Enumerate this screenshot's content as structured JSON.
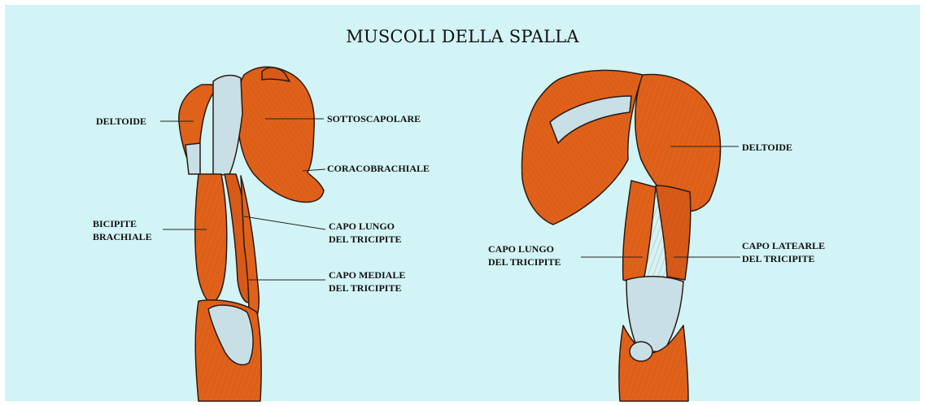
{
  "title": "MUSCOLI DELLA SPALLA",
  "colors": {
    "background": "#d3f4f6",
    "muscle": "#e0621a",
    "muscle_dark": "#b8420e",
    "tendon": "#c9dfe6",
    "outline": "#2a1a12"
  },
  "left_figure": {
    "labels": {
      "deltoide": [
        "DELTOIDE"
      ],
      "sottoscapolare": [
        "SOTTOSCAPOLARE"
      ],
      "coracobrachiale": [
        "CORACOBRACHIALE"
      ],
      "bicipite_brachiale": [
        "BICIPITE",
        "BRACHIALE"
      ],
      "capo_lungo_tricipite": [
        "CAPO LUNGO",
        "DEL TRICIPITE"
      ],
      "capo_mediale_tricipite": [
        "CAPO MEDIALE",
        "DEL TRICIPITE"
      ]
    }
  },
  "right_figure": {
    "labels": {
      "deltoide": [
        "DELTOIDE"
      ],
      "capo_lungo_tricipite": [
        "CAPO LUNGO",
        "DEL TRICIPITE"
      ],
      "capo_laterale_tricipite": [
        "CAPO LATEARLE",
        "DEL TRICIPITE"
      ]
    }
  }
}
